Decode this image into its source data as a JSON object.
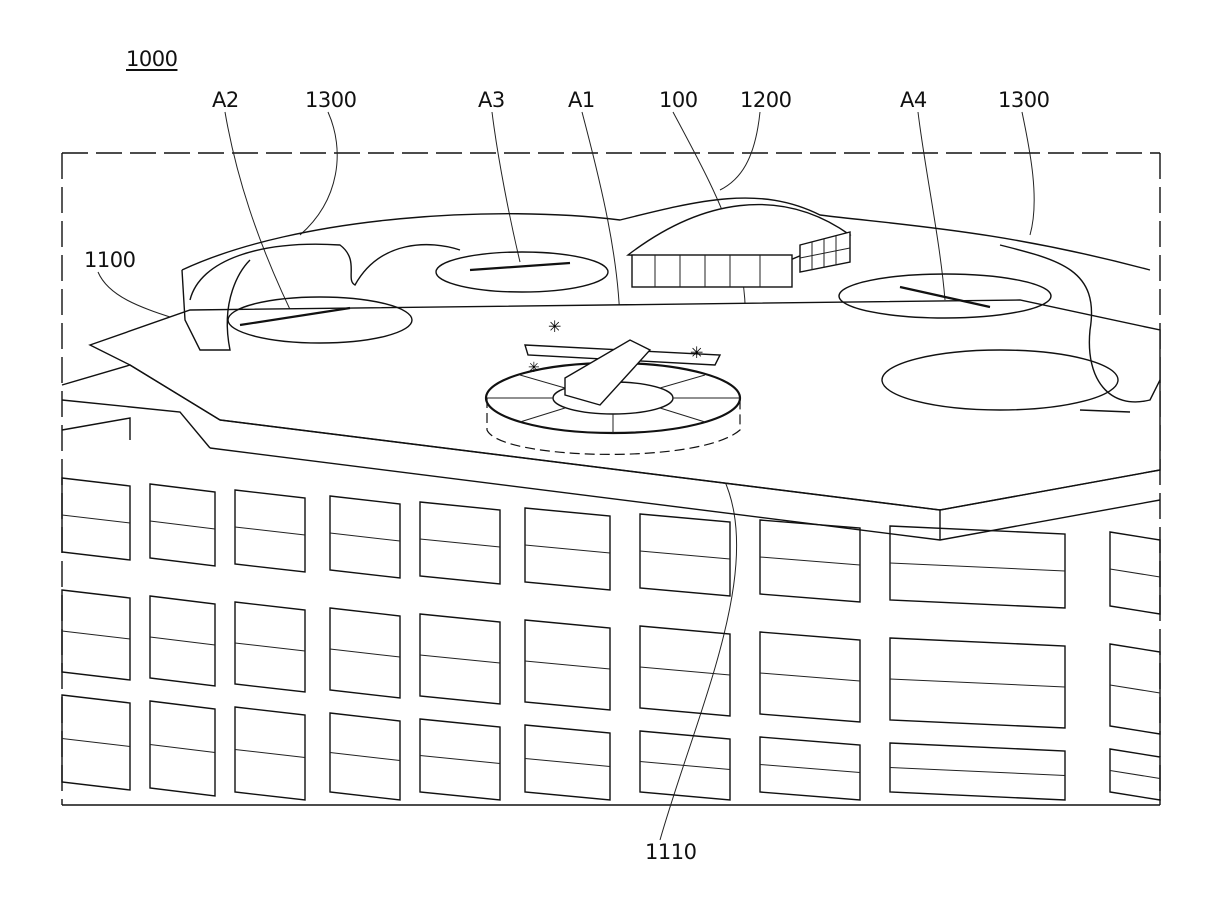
{
  "figure": {
    "title_ref": "1000",
    "labels": {
      "a2": "A2",
      "roof_left": "1300",
      "a3": "A3",
      "a1": "A1",
      "aircraft": "100",
      "terminal": "1200",
      "a4": "A4",
      "roof_right": "1300",
      "deck": "1100",
      "lift": "1110"
    }
  }
}
